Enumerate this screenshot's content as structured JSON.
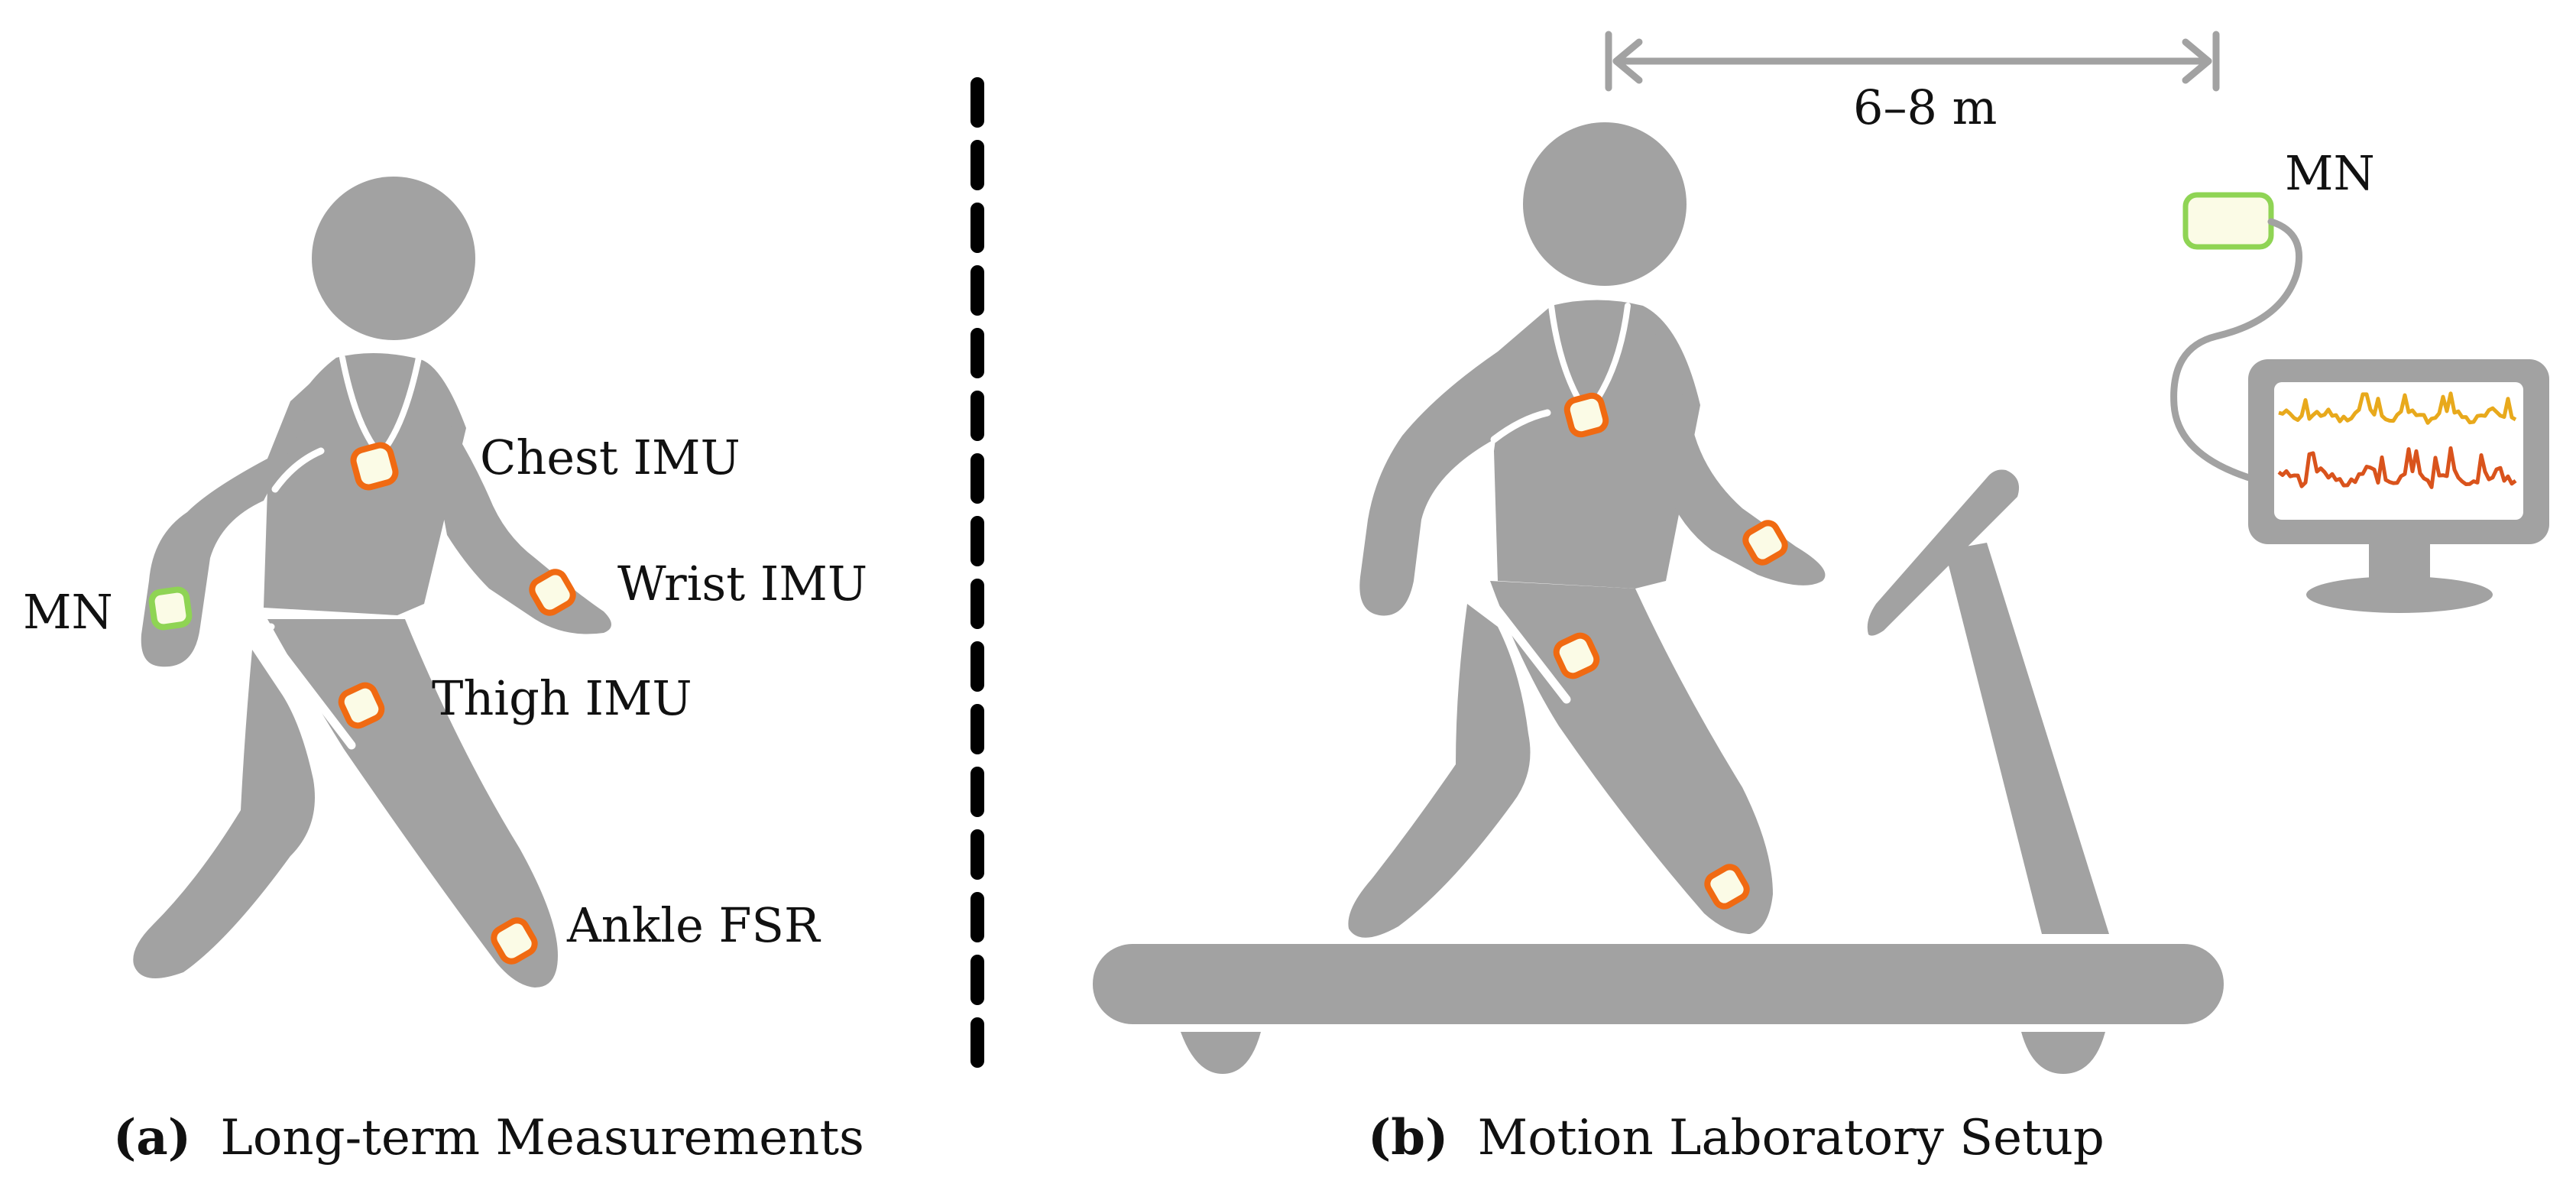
{
  "panel_a": {
    "labels": {
      "chest": "Chest IMU",
      "wrist": "Wrist IMU",
      "thigh": "Thigh IMU",
      "ankle": "Ankle FSR",
      "mn": "MN"
    },
    "caption_tag": "(a)",
    "caption_text": "Long-term Measurements"
  },
  "panel_b": {
    "distance_label": "6–8 m",
    "mn_label": "MN",
    "caption_tag": "(b)",
    "caption_text": "Motion Laboratory Setup"
  },
  "colors": {
    "figure_gray": "#a2a2a2",
    "sensor_fill": "#fbfbe6",
    "imu_outline": "#f06a12",
    "mn_outline": "#8fd454",
    "signal_yellow": "#e8a91c",
    "signal_orange": "#d9531c",
    "divider": "#000000"
  },
  "icons": {
    "person": "walking-person-icon",
    "treadmill": "treadmill-icon",
    "monitor": "monitor-icon",
    "imu": "imu-sensor-icon",
    "mn": "mn-node-icon"
  }
}
